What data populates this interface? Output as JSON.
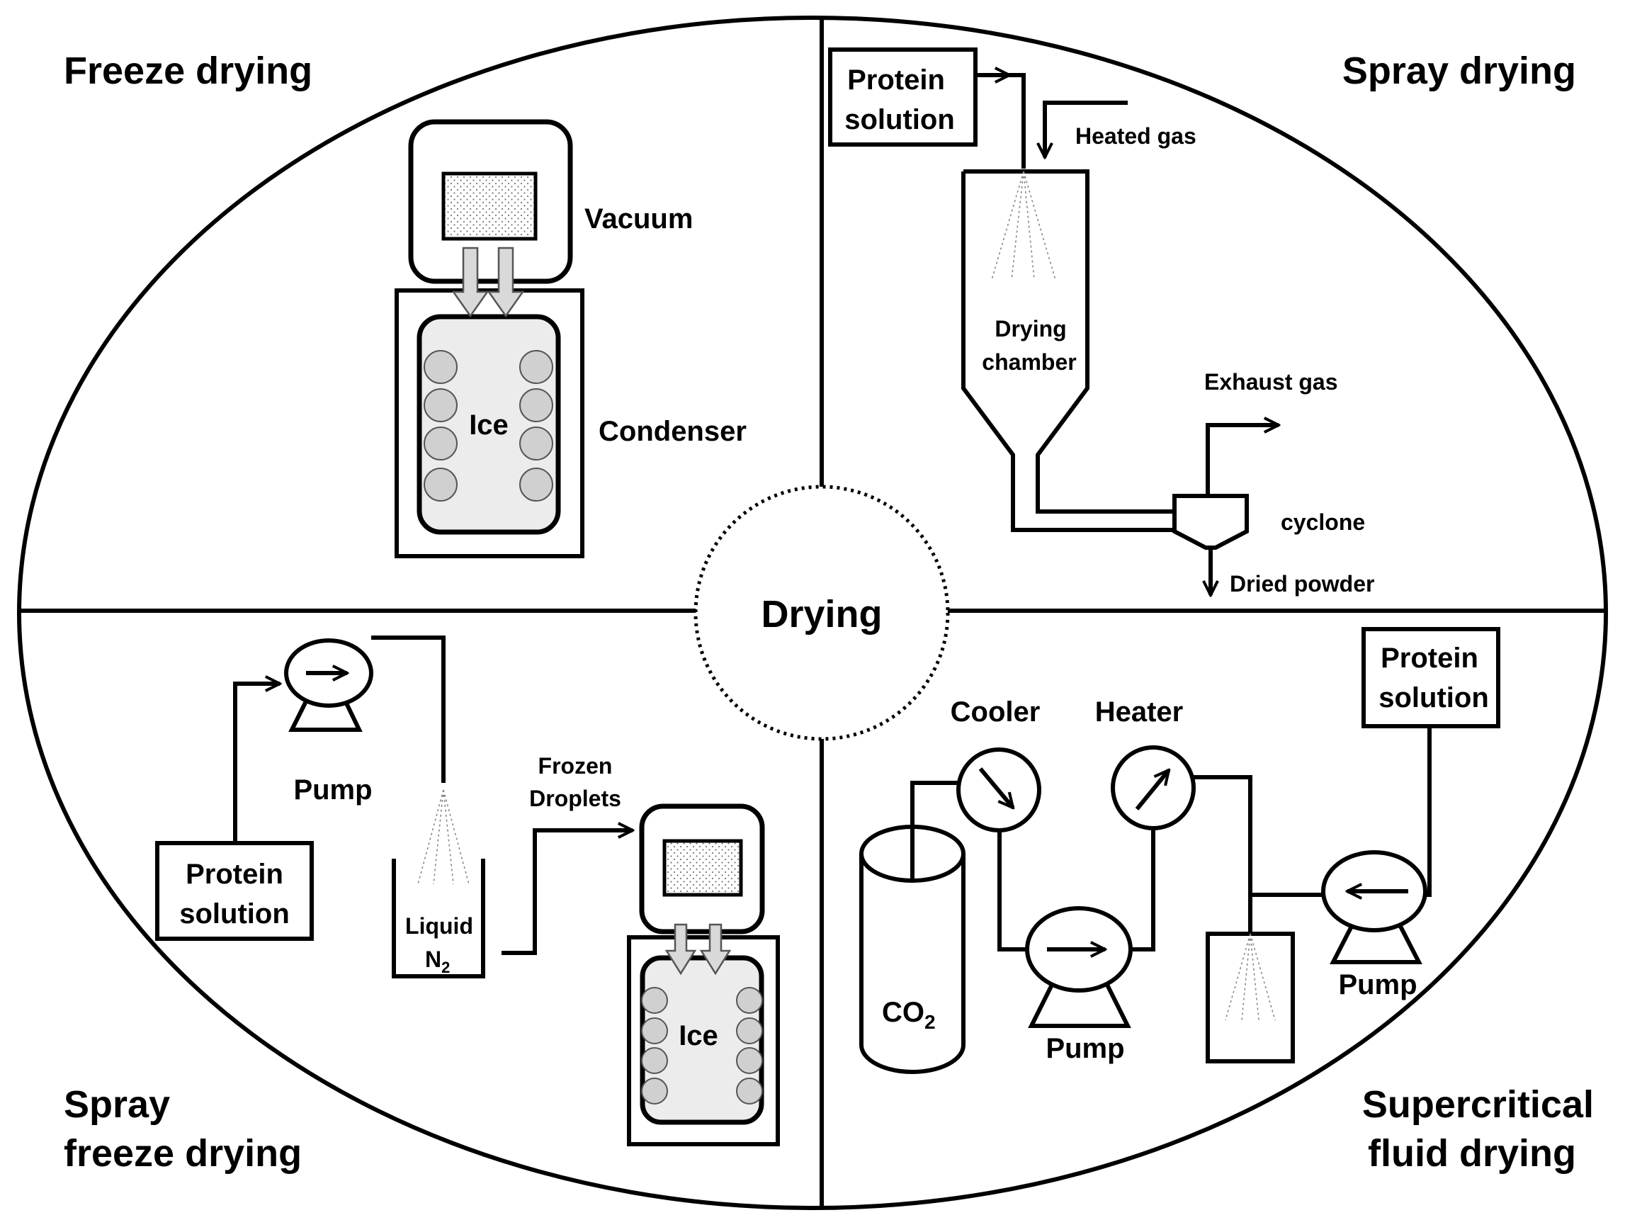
{
  "center_label": "Drying",
  "freeze_drying": {
    "title": "Freeze drying",
    "vacuum": "Vacuum",
    "condenser": "Condenser",
    "ice": "Ice"
  },
  "spray_drying": {
    "title": "Spray drying",
    "protein_line1": "Protein",
    "protein_line2": "solution",
    "heated_gas": "Heated gas",
    "chamber_line1": "Drying",
    "chamber_line2": "chamber",
    "exhaust_gas": "Exhaust gas",
    "cyclone": "cyclone",
    "dried_powder": "Dried powder"
  },
  "spray_freeze_drying": {
    "title_line1": "Spray",
    "title_line2": "freeze drying",
    "pump": "Pump",
    "protein_line1": "Protein",
    "protein_line2": "solution",
    "liquid": "Liquid",
    "n2": "N",
    "n2_sub": "2",
    "frozen_line1": "Frozen",
    "frozen_line2": "Droplets",
    "ice": "Ice"
  },
  "supercritical_fluid_drying": {
    "title_line1": "Supercritical",
    "title_line2": "fluid drying",
    "cooler": "Cooler",
    "heater": "Heater",
    "protein_line1": "Protein",
    "protein_line2": "solution",
    "co2": "CO",
    "co2_sub": "2",
    "pump_center": "Pump",
    "pump_right": "Pump"
  }
}
